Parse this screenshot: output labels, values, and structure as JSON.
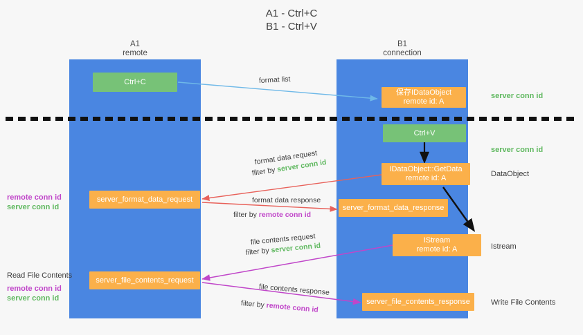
{
  "title": {
    "line1": "A1 - Ctrl+C",
    "line2": "B1 - Ctrl+V"
  },
  "columns": [
    {
      "name": "A1",
      "sub": "remote"
    },
    {
      "name": "B1",
      "sub": "connection"
    }
  ],
  "boxes": {
    "ctrl_c": {
      "label": "Ctrl+C"
    },
    "save_dataobject": {
      "line1": "保存IDataObject",
      "line2": "remote id: A"
    },
    "ctrl_v": {
      "label": "Ctrl+V"
    },
    "getdata": {
      "line1": "IDataObject::GetData",
      "line2": "remote id: A"
    },
    "istream": {
      "line1": "IStream",
      "line2": "remote id: A"
    },
    "server_format_data_request": {
      "label": "server_format_data_request"
    },
    "server_format_data_response": {
      "label": "server_format_data_response"
    },
    "server_file_contents_request": {
      "label": "server_file_contents_request"
    },
    "server_file_contents_response": {
      "label": "server_file_contents_response"
    }
  },
  "annotations": {
    "format_list": "format list",
    "format_data_request": "format data request",
    "filter_by": "filter by ",
    "server_conn_id": "server conn id",
    "remote_conn_id": "remote conn id",
    "format_data_response": "format data response",
    "file_contents_request": "file contents request",
    "file_contents_response": "file contents response"
  },
  "right_labels": {
    "server_conn_id_top": "server conn id",
    "server_conn_id_mid": "server conn id",
    "dataobject": "DataObject",
    "istream": "Istream",
    "write_file_contents": "Write File Contents"
  },
  "left_labels": {
    "remote_conn_id": "remote conn id",
    "server_conn_id": "server conn id",
    "read_file_contents": "Read File Contents"
  },
  "colors": {
    "lane": "#4a86e1",
    "green_box": "#77c277",
    "orange_box": "#fbb04a",
    "server_green": "#5fb85f",
    "remote_purple": "#c046c9",
    "red_arrow": "#e8615a",
    "sky_arrow": "#6fb9e8",
    "black_arrow": "#111111",
    "divider": "#111111"
  }
}
